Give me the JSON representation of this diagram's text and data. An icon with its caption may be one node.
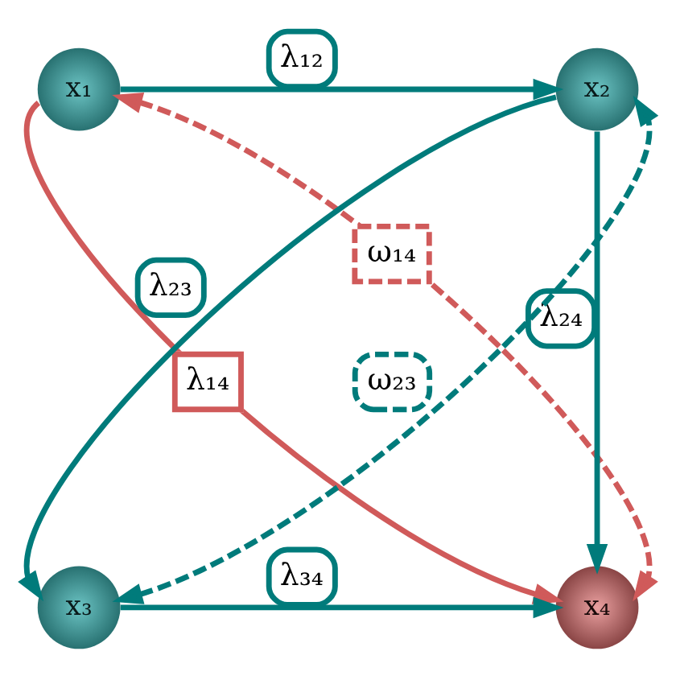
{
  "diagram": {
    "nodes": [
      {
        "text": [
          "x₁"
        ]
      },
      {
        "text": [
          "x₂"
        ]
      },
      {
        "text": [
          "x₃"
        ]
      },
      {
        "text": [
          "x₄"
        ]
      }
    ],
    "edges": [
      {
        "from": 0,
        "to": 1,
        "arrow": "to",
        "label": "λ₁₂"
      },
      {
        "from": 0,
        "to": 3,
        "arrow": "to",
        "label": "λ₁₄",
        "color": "#d05a5a"
      },
      {
        "from": 1,
        "to": 2,
        "arrow": "to",
        "label": "λ₂₃"
      },
      {
        "from": 1,
        "to": 3,
        "arrow": "to",
        "label": "λ₂₄"
      },
      {
        "from": 2,
        "to": 3,
        "arrow": "to",
        "label": "λ₃₄"
      },
      {
        "from": 2,
        "to": 1,
        "arrow": "both",
        "label": "ω₂₃",
        "style": "dashed"
      },
      {
        "from": 0,
        "to": 3,
        "arrow": "both",
        "label": "ω₁₄",
        "style": "dashed",
        "color": "#d05a5a"
      }
    ]
  }
}
